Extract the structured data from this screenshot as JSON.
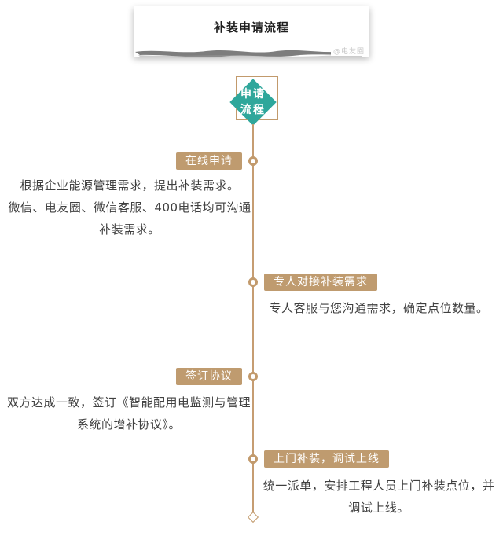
{
  "header": {
    "title": "补装申请流程",
    "watermark": "@电友圈"
  },
  "flow": {
    "diamond_line1": "申请",
    "diamond_line2": "流程"
  },
  "steps": [
    {
      "side": "left",
      "label": "在线申请",
      "paragraphs": [
        "根据企业能源管理需求，提出补装需求。",
        "微信、电友圈、微信客服、400电话均可沟通补装需求。"
      ]
    },
    {
      "side": "right",
      "label": "专人对接补装需求",
      "paragraphs": [
        "专人客服与您沟通需求，确定点位数量。"
      ]
    },
    {
      "side": "left",
      "label": "签订协议",
      "paragraphs": [
        "双方达成一致，签订《智能配用电监测与管理系统的增补协议》。"
      ]
    },
    {
      "side": "right",
      "label": "上门补装，调试上线",
      "paragraphs": [
        "统一派单，安排工程人员上门补装点位，并调试上线。"
      ]
    }
  ],
  "colors": {
    "accent_tan": "#C29A6C",
    "badge_tan": "#BF9B6F",
    "teal": "#2FA79B",
    "text": "#404040"
  }
}
